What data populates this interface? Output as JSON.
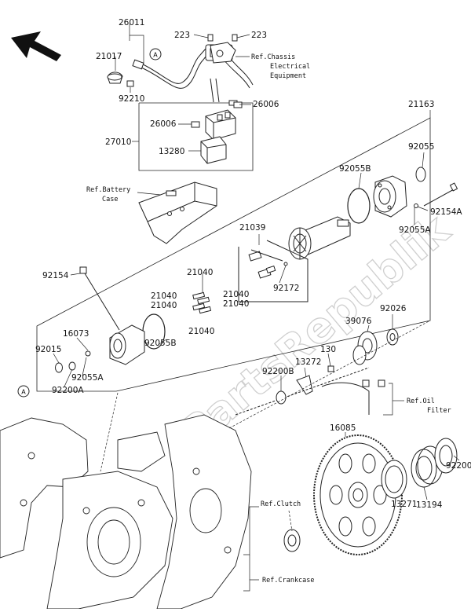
{
  "labels": {
    "p26011": "26011",
    "p223a": "223",
    "p223b": "223",
    "p21017": "21017",
    "p92210": "92210",
    "p21163": "21163",
    "p26006a": "26006",
    "p26006b": "26006",
    "p27010": "27010",
    "p13280": "13280",
    "p92055": "92055",
    "p92055B_top": "92055B",
    "p21039": "21039",
    "p92154A": "92154A",
    "p92055A_top": "92055A",
    "p92154": "92154",
    "p21040a": "21040",
    "p21040b": "21040",
    "p21040c": "21040",
    "p21040d": "21040",
    "p21040e": "21040",
    "p21040f": "21040",
    "p92172": "92172",
    "p16073": "16073",
    "p92015": "92015",
    "p92055A_left": "92055A",
    "p92200A": "92200A",
    "p92055B_left": "92055B",
    "p92026": "92026",
    "p39076": "39076",
    "p130": "130",
    "p13272": "13272",
    "p92200B": "92200B",
    "p16085": "16085",
    "p92200": "92200",
    "p13194": "13194",
    "p13271": "13271"
  },
  "refs": {
    "chassis_1": "Ref.Chassis",
    "chassis_2": "Electrical",
    "chassis_3": "Equipment",
    "battery_1": "Ref.Battery",
    "battery_2": "Case",
    "oil_1": "Ref.Oil",
    "oil_2": "Filter",
    "clutch": "Ref.Clutch",
    "crankcase": "Ref.Crankcase"
  },
  "markers": {
    "top": "A",
    "left": "A"
  },
  "watermark": "PartsRepublik"
}
